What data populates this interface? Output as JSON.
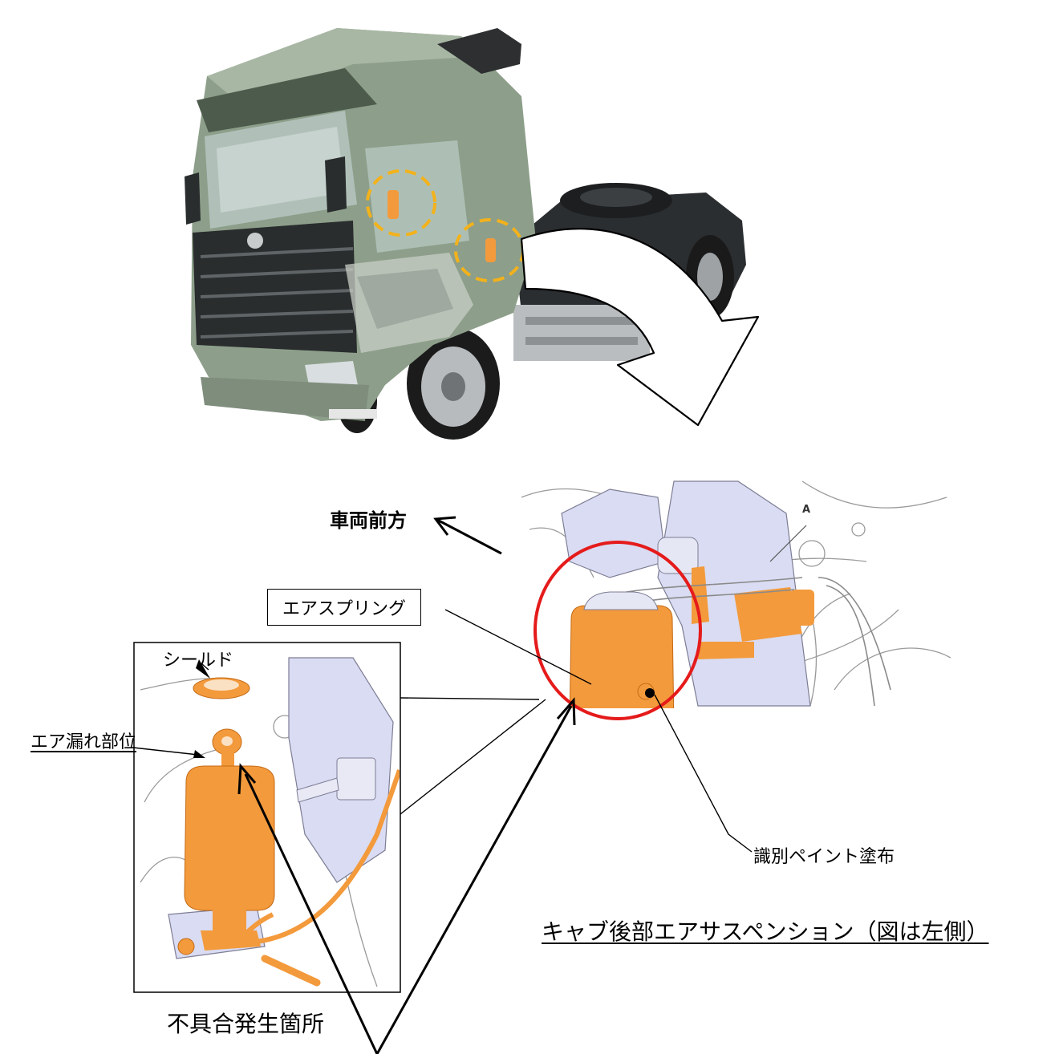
{
  "labels": {
    "vehicle_front": "車両前方",
    "air_spring": "エアスプリング",
    "shield": "シールド",
    "air_leak_location": "エア漏れ部位",
    "paint_marking": "識別ペイント塗布",
    "cab_rear_suspension": "キャブ後部エアサスペンション（図は左側）",
    "defect_location": "不具合発生箇所",
    "drawing_marker_a": "A"
  },
  "colors": {
    "truck_body": "#8a9c87",
    "highlight_part": "#f39a3c",
    "dashed_circle": "#f3b21b",
    "red_ellipse": "#e51b1b",
    "bracket_tint": "#d9dcf2"
  }
}
